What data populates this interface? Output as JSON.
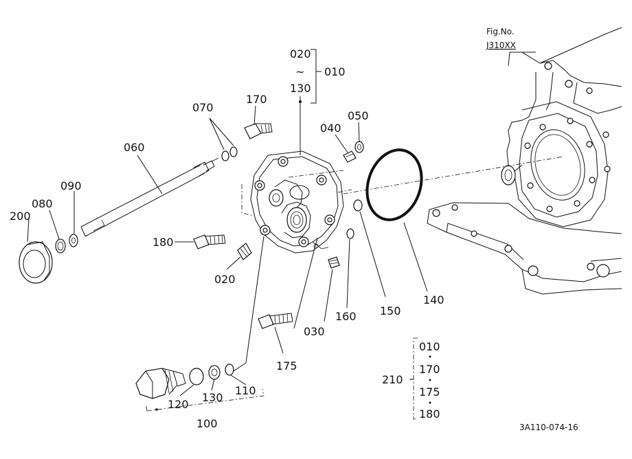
{
  "figure": {
    "fig_no_label": "Fig.No.",
    "fig_no_value": "J310XX",
    "drawing_code": "3A110-074-16"
  },
  "callouts": {
    "c010": "010",
    "c020_top": "020",
    "c130_top": "130",
    "tilde": "~",
    "c170": "170",
    "c070": "070",
    "c060": "060",
    "c040": "040",
    "c050": "050",
    "c090": "090",
    "c080": "080",
    "c200": "200",
    "c180": "180",
    "c020": "020",
    "c030": "030",
    "c160": "160",
    "c150": "150",
    "c140": "140",
    "c175": "175",
    "c120": "120",
    "c130": "130",
    "c110": "110",
    "c100": "100"
  },
  "kit": {
    "number": "210",
    "items": [
      "010",
      "170",
      "175",
      "180"
    ]
  },
  "colors": {
    "line": "#111111",
    "background": "#ffffff"
  }
}
